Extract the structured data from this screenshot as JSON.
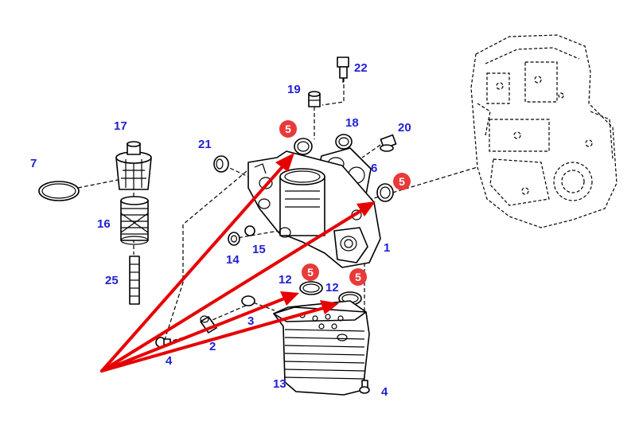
{
  "colors": {
    "callout_number": "#1f1fd6",
    "badge_fill": "#e83a3a",
    "badge_text": "#ffffff",
    "arrow": "#e60000",
    "linework": "#000000"
  },
  "callouts": {
    "c1": "1",
    "c2": "2",
    "c3": "3",
    "c4a": "4",
    "c4b": "4",
    "c6": "6",
    "c7": "7",
    "c12a": "12",
    "c12b": "12",
    "c13": "13",
    "c14": "14",
    "c15": "15",
    "c16": "16",
    "c17": "17",
    "c18": "18",
    "c19": "19",
    "c20": "20",
    "c21": "21",
    "c22": "22",
    "c25": "25"
  },
  "badges": {
    "b5a": "5",
    "b5b": "5",
    "b5c": "5",
    "b5d": "5"
  }
}
